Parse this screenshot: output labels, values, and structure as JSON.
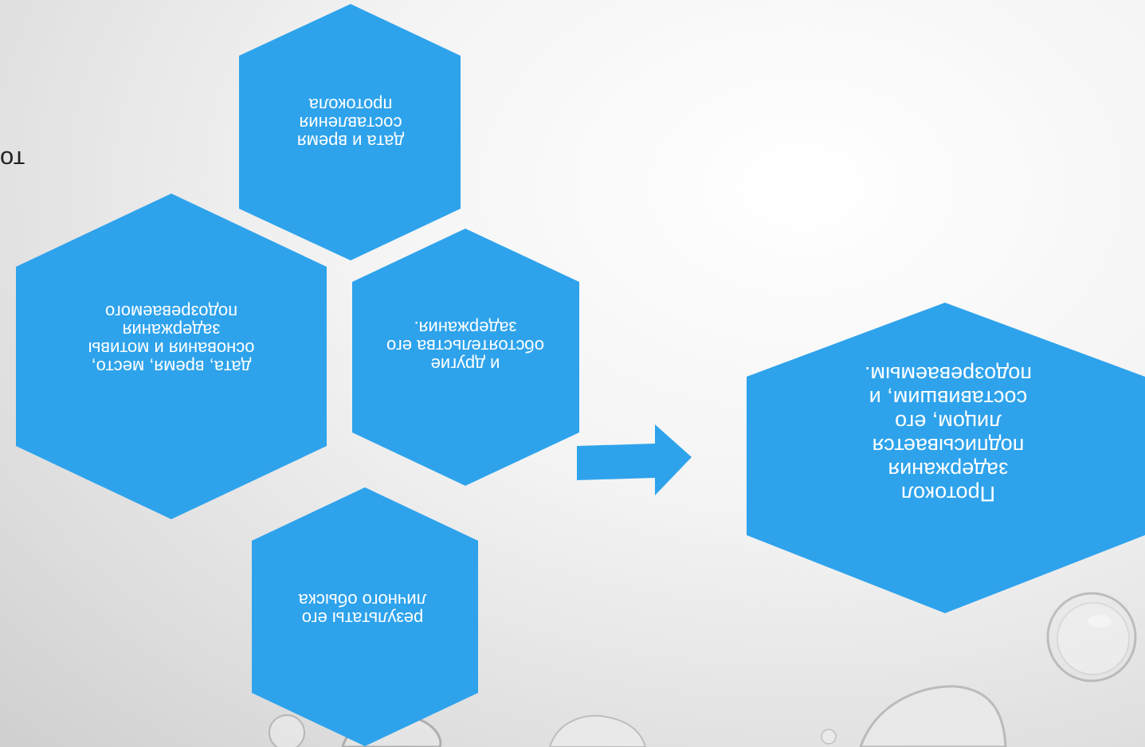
{
  "colors": {
    "hexagon_fill": "#2ea3ec",
    "text": "#ffffff",
    "background": "#e6e6e6"
  },
  "stray_text": "то",
  "hexagons": {
    "protocol_date": "дата и время\nсоставления\nпротокола",
    "grounds": "дата, время, место,\nоснования и мотивы\nзадержания\nподозреваемого",
    "other": "и другие\nобстоятельства его\nзадержания.",
    "search": "результаты его\nличного обыска"
  },
  "result": {
    "text": "Протокол\nзадержания\nподписывается\nлицом, его\nсоставившим, и\nподозреваемым."
  },
  "arrow": {
    "icon": "arrow-right-icon"
  }
}
